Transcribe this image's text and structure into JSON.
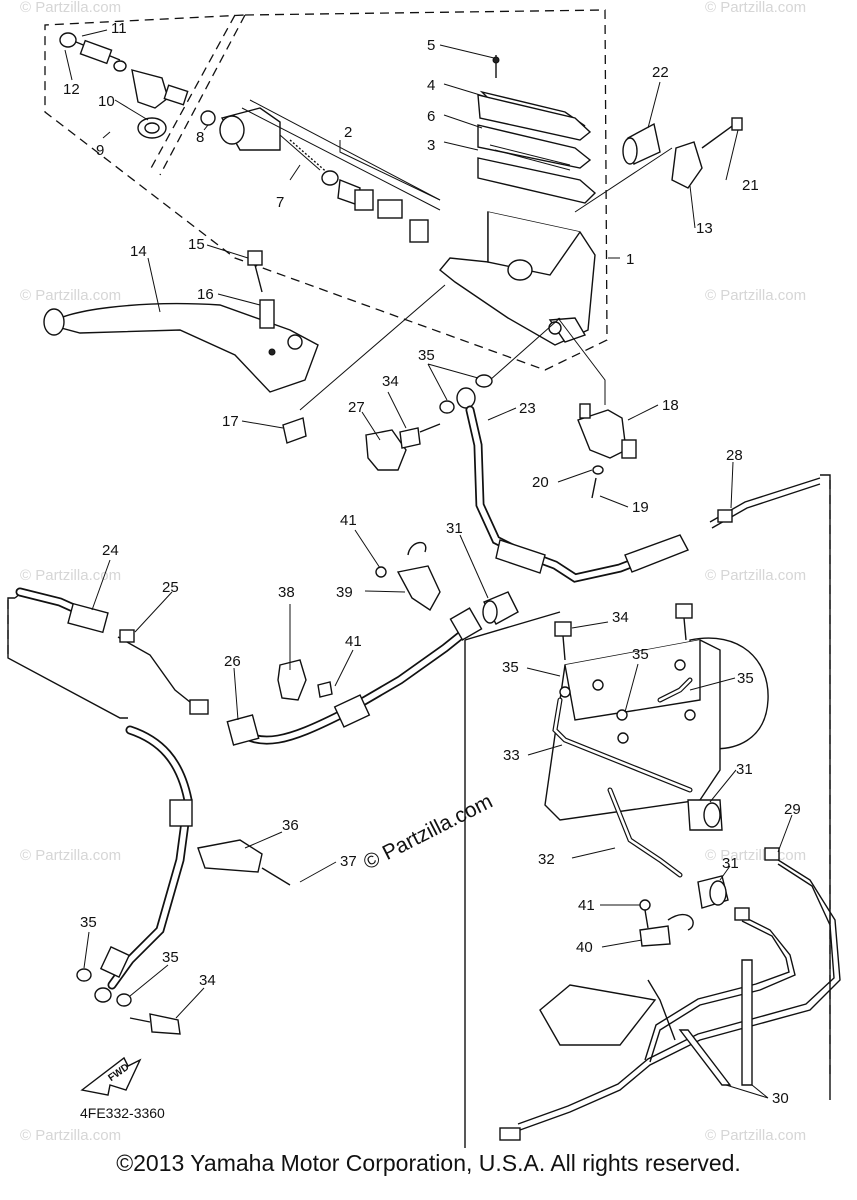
{
  "diagram": {
    "drawing_code": "4FE332-3360",
    "forward_marker": "FWD",
    "center_watermark": "© Partzilla.com",
    "watermark": "© Partzilla.com",
    "callouts": [
      "1",
      "2",
      "3",
      "4",
      "5",
      "6",
      "7",
      "8",
      "9",
      "10",
      "11",
      "12",
      "13",
      "14",
      "15",
      "16",
      "17",
      "18",
      "19",
      "20",
      "21",
      "22",
      "23",
      "24",
      "25",
      "26",
      "27",
      "28",
      "29",
      "30",
      "31",
      "32",
      "33",
      "34",
      "35",
      "36",
      "37",
      "38",
      "39",
      "40",
      "41"
    ]
  },
  "footer": {
    "copyright": "©2013 Yamaha Motor Corporation, U.S.A. All rights reserved."
  }
}
